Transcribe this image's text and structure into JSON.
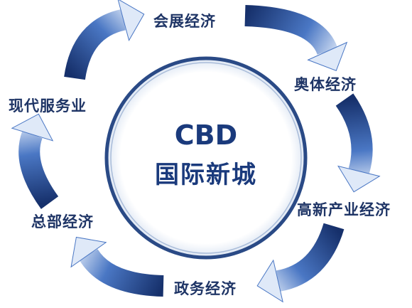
{
  "center": {
    "line1": "CBD",
    "line2": "国际新城"
  },
  "stages": [
    {
      "label": "会展经济"
    },
    {
      "label": "奥体经济"
    },
    {
      "label": "高新产业经济"
    },
    {
      "label": "政务经济"
    },
    {
      "label": "总部经济"
    },
    {
      "label": "现代服务业"
    }
  ],
  "colors": {
    "arrow_dark": "#16306b",
    "arrow_mid": "#4a77c4",
    "arrow_light": "#dfe9f8",
    "ring": "#2a4a86",
    "text": "#1f3566"
  }
}
